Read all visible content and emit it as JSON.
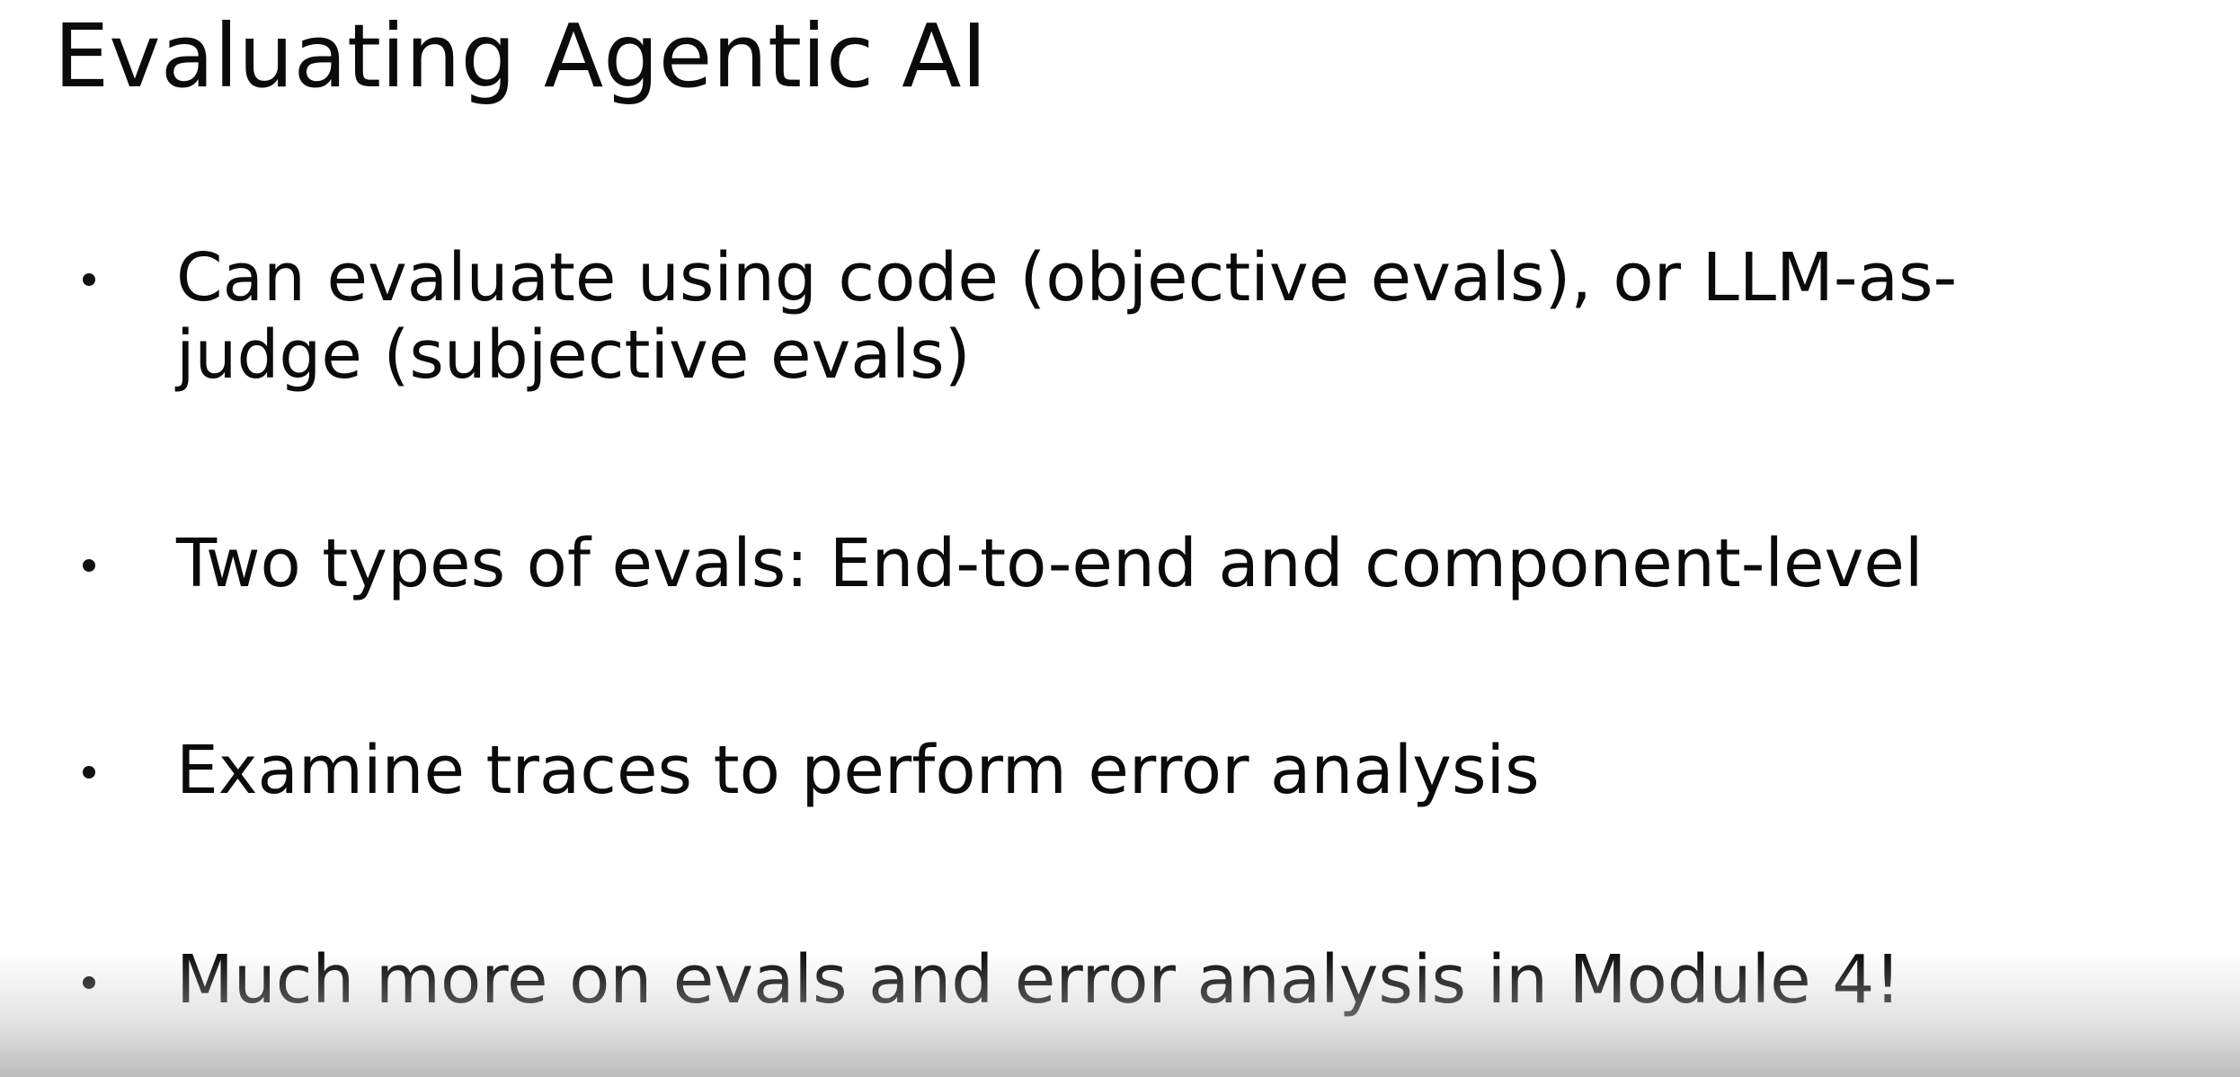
{
  "slide": {
    "title": "Evaluating Agentic AI",
    "bullets": [
      {
        "line1": "Can evaluate using code (objective evals), or LLM-as-",
        "line2": "judge (subjective evals)"
      },
      {
        "line1": "Two types of evals: End-to-end and component-level"
      },
      {
        "line1": "Examine traces to perform error analysis"
      },
      {
        "line1": "Much more on evals and error analysis in Module 4!"
      }
    ]
  }
}
